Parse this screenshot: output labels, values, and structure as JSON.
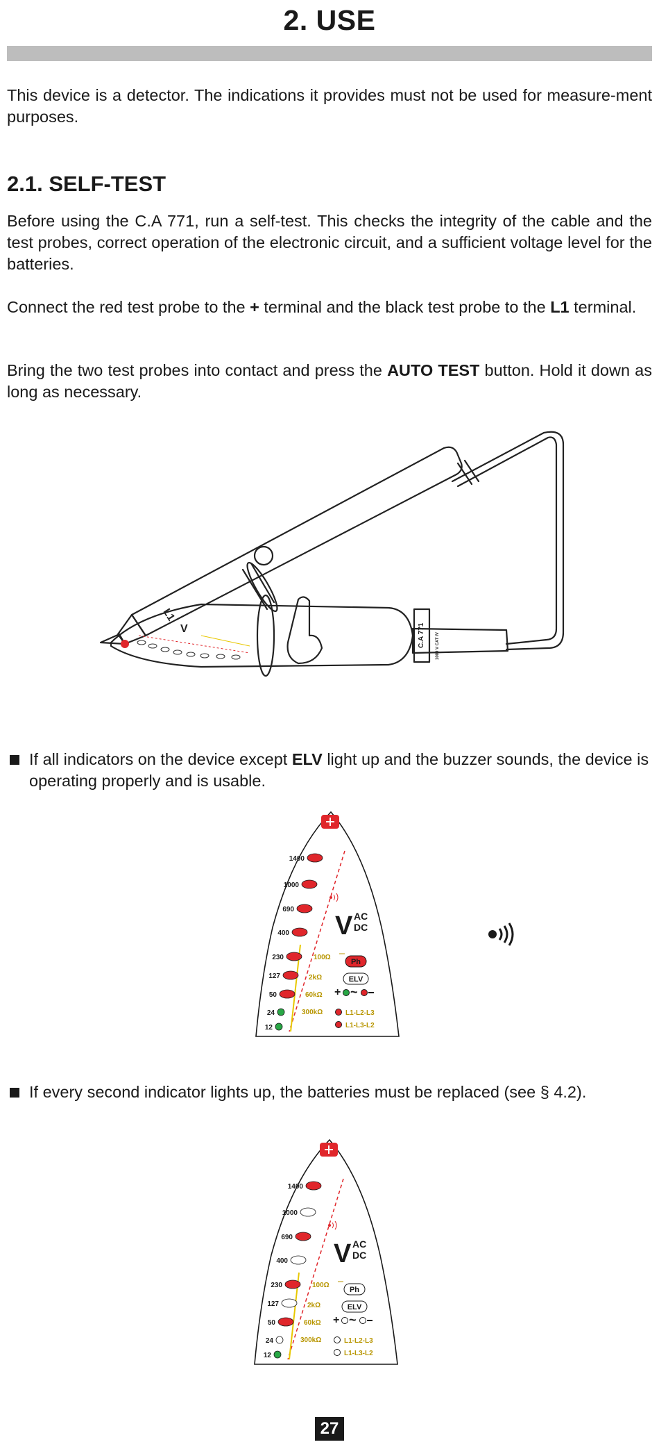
{
  "title": "2. USE",
  "intro": "This device is a detector. The indications it provides must not be used for measure-ment purposes.",
  "section": "2.1. SELF-TEST",
  "p1": "Before using the C.A 771, run a self-test. This checks the integrity of the cable and the test probes, correct operation of the electronic circuit, and a sufficient voltage level for the batteries.",
  "p2": {
    "a": "Connect the red test probe to the ",
    "b": "+",
    "c": " terminal and the black test probe to the ",
    "d": "L1",
    "e": " terminal."
  },
  "p3": {
    "a": "Bring the two test probes into contact and press the ",
    "b": "AUTO TEST",
    "c": " button. Hold it down as long as necessary."
  },
  "bullet1": {
    "a": "If all indicators on the device except ",
    "b": "ELV",
    "c": " light up and the buzzer sounds, the device is operating properly and is usable."
  },
  "bullet2": "If every second indicator lights up, the batteries must be replaced (see § 4.2).",
  "device": {
    "model": "C.A 771",
    "probe_mark": "L1",
    "rating": "1000 V CAT IV"
  },
  "panel": {
    "voltages": [
      "1400",
      "1000",
      "690",
      "400",
      "230",
      "127",
      "50",
      "24",
      "12"
    ],
    "volt_symbol": "V",
    "ac": "AC",
    "dc": "DC",
    "resist": [
      "100Ω",
      "2kΩ",
      "60kΩ",
      "300kΩ"
    ],
    "ph": "Ph",
    "elv": "ELV",
    "rot1": "L1-L2-L3",
    "rot2": "L1-L3-L2"
  },
  "panel1_states": [
    "on",
    "on",
    "on",
    "on",
    "on",
    "on",
    "on",
    "on",
    "on"
  ],
  "panel2_states": [
    "on",
    "off",
    "on",
    "off",
    "on",
    "off",
    "on",
    "off",
    "on"
  ],
  "page_number": "27",
  "colors": {
    "red": "#e0262b",
    "green": "#28a745",
    "yellow": "#e8c800"
  }
}
